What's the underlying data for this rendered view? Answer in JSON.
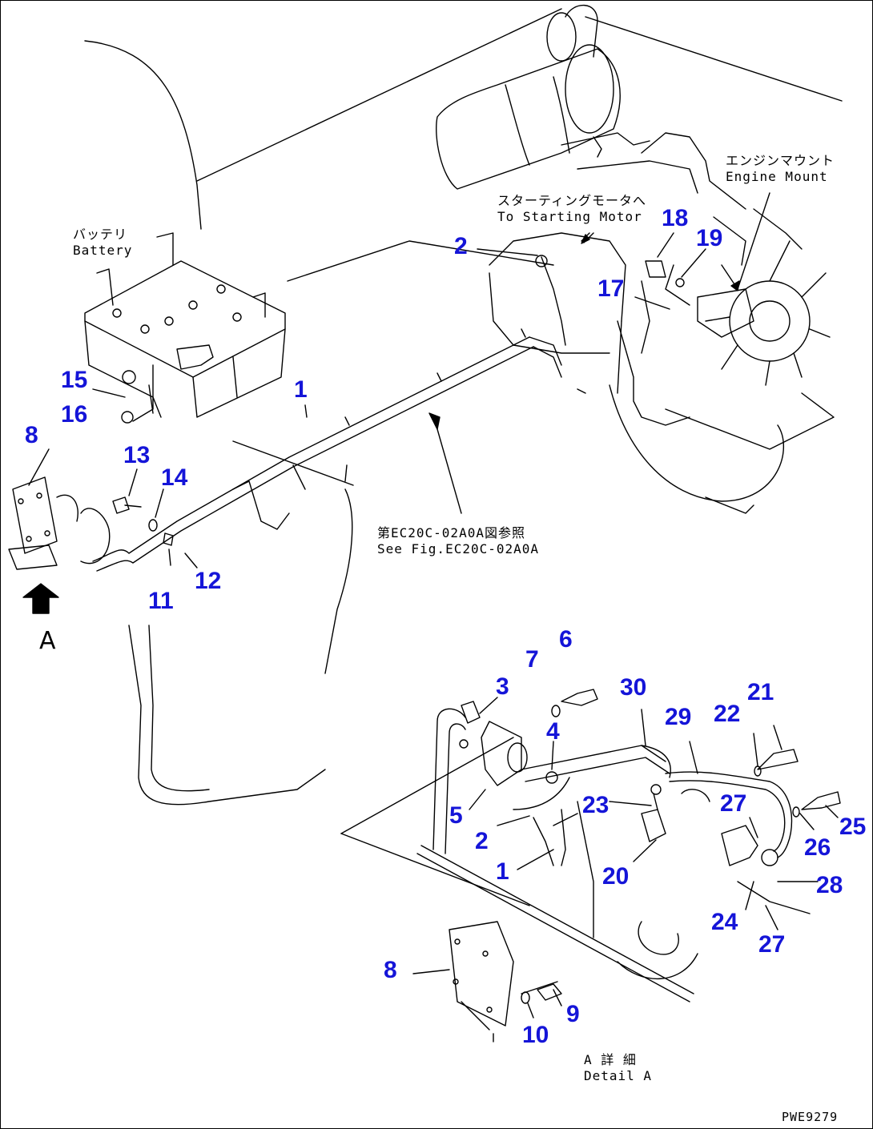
{
  "notes": {
    "battery_jp": "バッテリ",
    "battery_en": "Battery",
    "engine_mount_jp": "エンジンマウント",
    "engine_mount_en": "Engine Mount",
    "starting_motor_jp": "スターティングモータへ",
    "starting_motor_en": "To Starting Motor",
    "see_fig_jp": "第EC20C-02A0A図参照",
    "see_fig_en": "See Fig.EC20C-02A0A",
    "detail_jp": "A 詳 細",
    "detail_en": "Detail A",
    "view_arrow_label": "A"
  },
  "drawing_number": "PWE9279",
  "colors": {
    "label": "#1515d8",
    "line": "#000000"
  },
  "callouts": {
    "main": [
      "1",
      "2",
      "8",
      "11",
      "12",
      "13",
      "14",
      "15",
      "16",
      "17",
      "18",
      "19"
    ],
    "detail": [
      "3",
      "4",
      "5",
      "6",
      "7",
      "2",
      "1",
      "30",
      "29",
      "22",
      "21",
      "23",
      "27",
      "25",
      "26",
      "20",
      "28",
      "24",
      "27",
      "8",
      "9",
      "10"
    ]
  }
}
